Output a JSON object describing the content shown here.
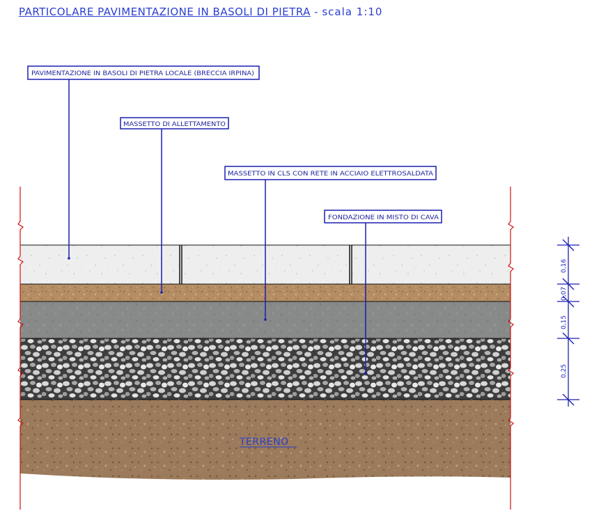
{
  "title": {
    "main": "PARTICOLARE PAVIMENTAZIONE IN BASOLI DI PIETRA",
    "separator": " - ",
    "scale": "scala 1:10"
  },
  "callouts": [
    {
      "id": "pavimentazione",
      "text": "PAVIMENTAZIONE IN BASOLI DI PIETRA LOCALE (BRECCIA IRPINA)"
    },
    {
      "id": "allettamento",
      "text": "MASSETTO DI ALLETTAMENTO"
    },
    {
      "id": "cls",
      "text": "MASSETTO IN CLS CON RETE IN ACCIAIO ELETTROSALDATA"
    },
    {
      "id": "fondazione",
      "text": "FONDAZIONE IN MISTO DI CAVA"
    }
  ],
  "ground_label": "TERRENO",
  "dimensions": [
    "0,16",
    "0,07",
    "0,15",
    "0,25"
  ],
  "colors": {
    "annotation_blue": "#1a1fb0",
    "title_blue": "#2a3fd0",
    "break_line_red": "#cc1111",
    "stone": "#efefef",
    "bedding": "#b08a62",
    "concrete": "#8a8d8b",
    "gravel": "#9a9a9a",
    "soil": "#9a7a5a"
  }
}
